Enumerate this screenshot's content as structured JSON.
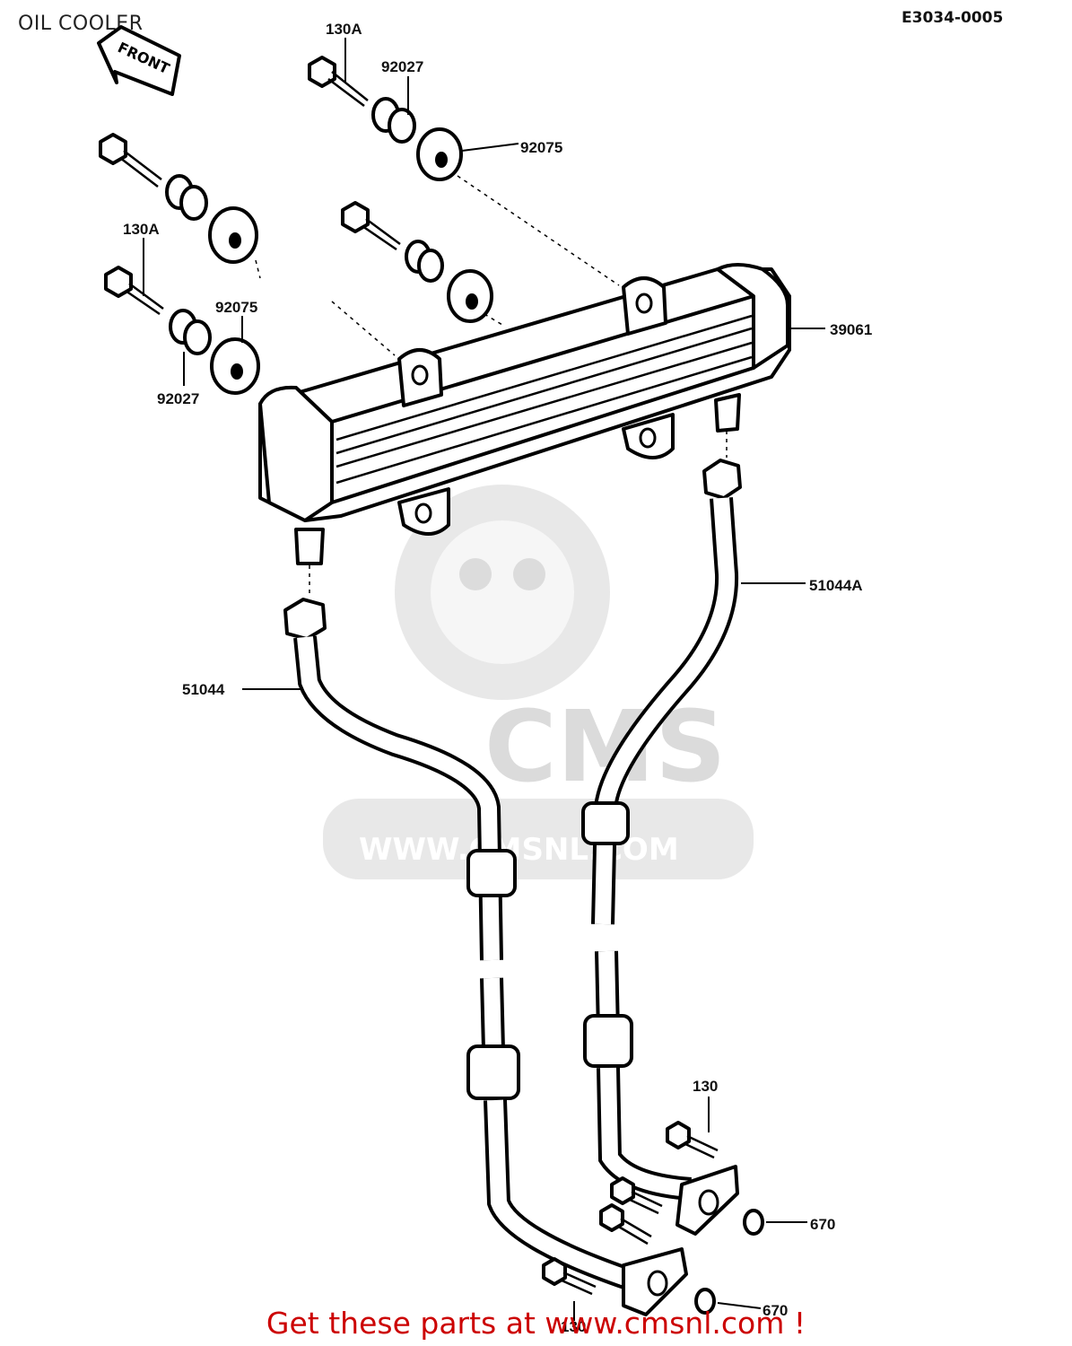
{
  "title": "OIL COOLER",
  "ref_code": "E3034-0005",
  "front_label": "FRONT",
  "watermark": {
    "brand": "CMS",
    "site": "WWW.CMSNL.COM"
  },
  "promo": "Get these parts at www.cmsnl.com !",
  "labels": {
    "bolt_top": "130A",
    "collar_top": "92027",
    "grommet_top": "92075",
    "bolt_left": "130A",
    "grommet_left": "92075",
    "collar_left": "92027",
    "cooler": "39061",
    "pipe_right": "51044A",
    "pipe_left": "51044",
    "bolt_lower_right": "130",
    "oring_upper": "670",
    "bolt_bottom": "130",
    "oring_lower": "670"
  },
  "colors": {
    "promo": "#cc0000",
    "watermark": "#d6d6d6"
  }
}
